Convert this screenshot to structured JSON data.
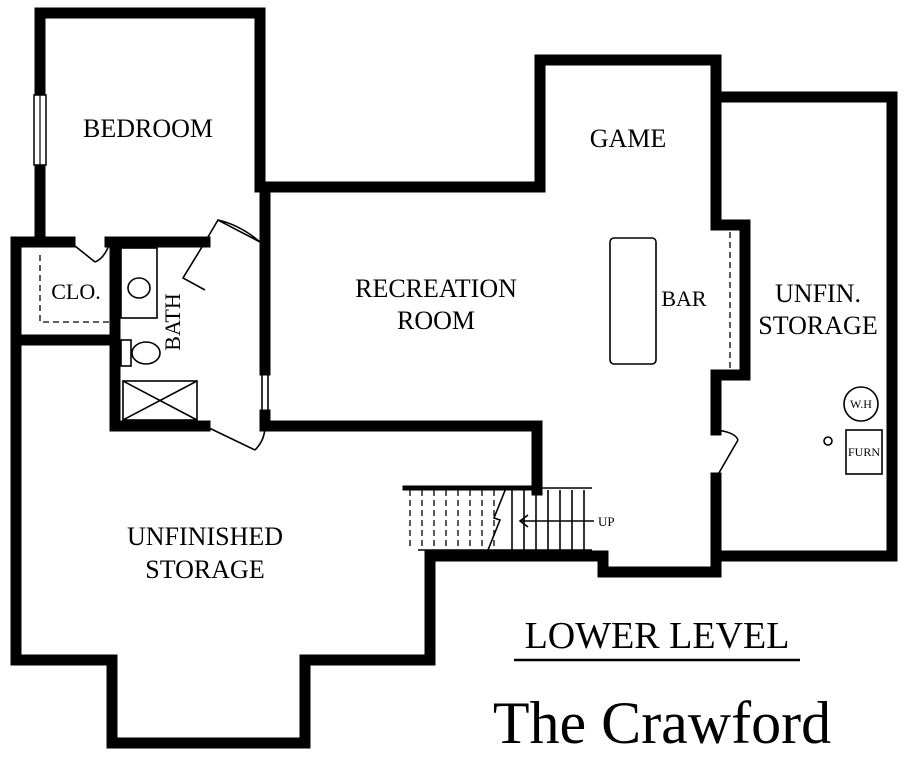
{
  "rooms": {
    "bedroom": "BEDROOM",
    "closet": "CLO.",
    "bath": "BATH",
    "recreation_line1": "RECREATION",
    "recreation_line2": "ROOM",
    "game": "GAME",
    "bar": "BAR",
    "unfin_storage_right_line1": "UNFIN.",
    "unfin_storage_right_line2": "STORAGE",
    "unfinished_storage_line1": "UNFINISHED",
    "unfinished_storage_line2": "STORAGE",
    "water_heater": "W.H",
    "furnace": "FURN"
  },
  "stairs": {
    "direction_label": "UP"
  },
  "footer": {
    "level": "LOWER LEVEL",
    "plan_name": "The Crawford"
  }
}
